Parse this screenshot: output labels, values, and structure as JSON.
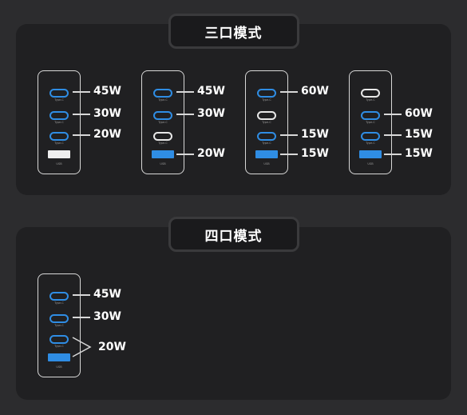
{
  "sections": [
    {
      "title": "三口模式",
      "devices": [
        {
          "ports": [
            {
              "type": "c",
              "color": "blue",
              "label": "Type-C",
              "watt": "45W"
            },
            {
              "type": "c",
              "color": "blue",
              "label": "Type-C",
              "watt": "30W"
            },
            {
              "type": "c",
              "color": "blue",
              "label": "Type-C",
              "watt": "20W"
            },
            {
              "type": "usb",
              "color": "white",
              "label": "USB",
              "watt": ""
            }
          ]
        },
        {
          "ports": [
            {
              "type": "c",
              "color": "blue",
              "label": "Type-C",
              "watt": "45W"
            },
            {
              "type": "c",
              "color": "blue",
              "label": "Type-C",
              "watt": "30W"
            },
            {
              "type": "c",
              "color": "white",
              "label": "Type-C",
              "watt": ""
            },
            {
              "type": "usb",
              "color": "blue",
              "label": "USB",
              "watt": "20W"
            }
          ]
        },
        {
          "ports": [
            {
              "type": "c",
              "color": "blue",
              "label": "Type-C",
              "watt": "60W"
            },
            {
              "type": "c",
              "color": "white",
              "label": "Type-C",
              "watt": ""
            },
            {
              "type": "c",
              "color": "blue",
              "label": "Type-C",
              "watt": "15W"
            },
            {
              "type": "usb",
              "color": "blue",
              "label": "USB",
              "watt": "15W"
            }
          ]
        },
        {
          "ports": [
            {
              "type": "c",
              "color": "white",
              "label": "Type-C",
              "watt": ""
            },
            {
              "type": "c",
              "color": "blue",
              "label": "Type-C",
              "watt": "60W"
            },
            {
              "type": "c",
              "color": "blue",
              "label": "Type-C",
              "watt": "15W"
            },
            {
              "type": "usb",
              "color": "blue",
              "label": "USB",
              "watt": "15W"
            }
          ]
        }
      ]
    },
    {
      "title": "四口模式",
      "devices": [
        {
          "ports": [
            {
              "type": "c",
              "color": "blue",
              "label": "Type-C",
              "watt": "45W"
            },
            {
              "type": "c",
              "color": "blue",
              "label": "Type-C",
              "watt": "30W"
            },
            {
              "type": "c",
              "color": "blue",
              "label": "Type-C",
              "watt": ""
            },
            {
              "type": "usb",
              "color": "blue",
              "label": "USB",
              "watt": ""
            }
          ],
          "shared_watt": "20W"
        }
      ]
    }
  ],
  "colors": {
    "blue": "#2f8de4",
    "white": "#eeeeee"
  }
}
